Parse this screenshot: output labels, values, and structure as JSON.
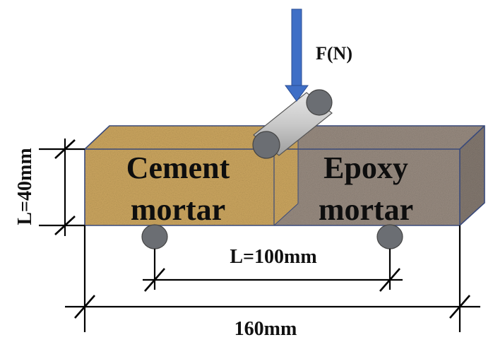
{
  "labels": {
    "force": "F(N)",
    "left_material": [
      "Cement",
      "mortar"
    ],
    "right_material": [
      "Epoxy",
      "mortar"
    ],
    "height": "L=40mm",
    "span": "L=100mm",
    "length": "160mm"
  },
  "colors": {
    "cement": "#cda760",
    "epoxy": "#9a8d82",
    "arrow": "#3f6fc6",
    "roller": "#6b6e73",
    "outline": "#3a4a7a"
  }
}
